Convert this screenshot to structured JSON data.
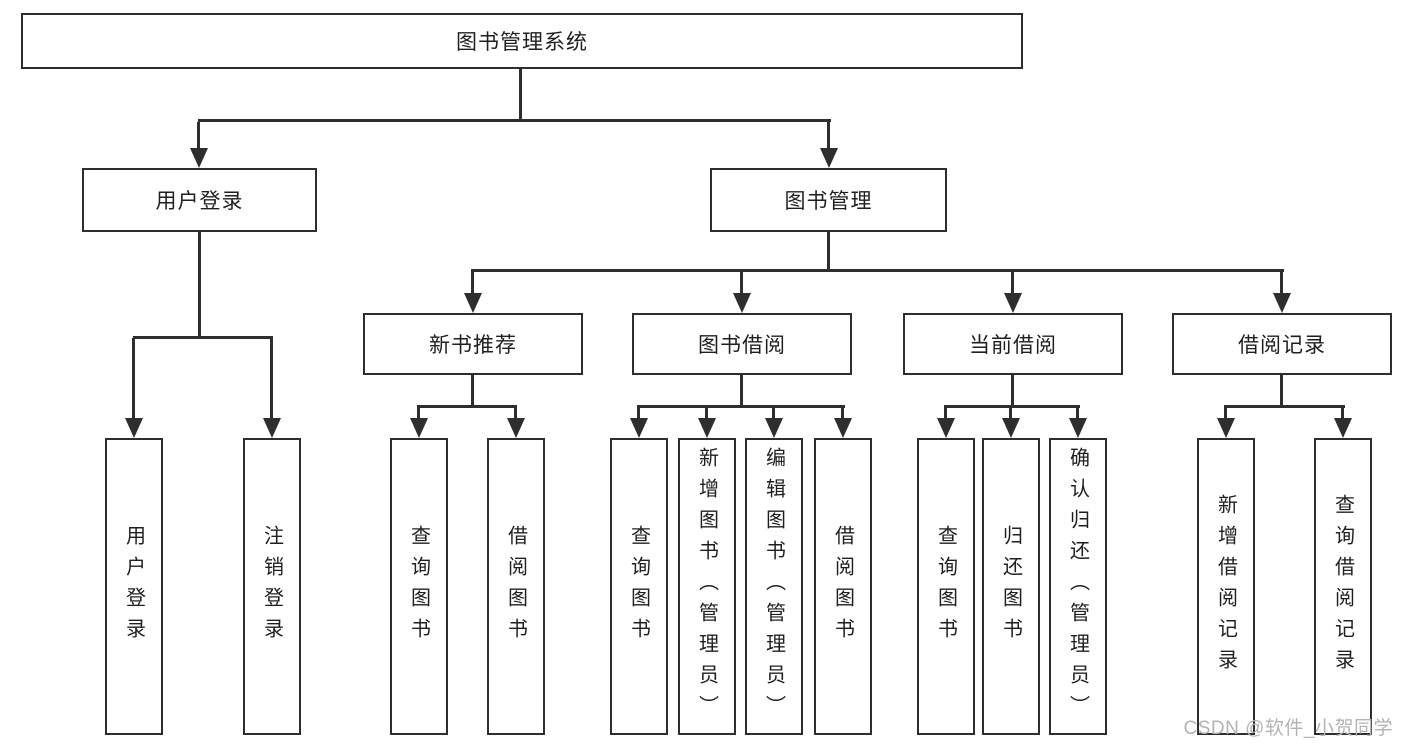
{
  "diagram": {
    "title": "图书管理系统",
    "level2": {
      "user_login": "用户登录",
      "book_mgmt": "图书管理"
    },
    "level3": {
      "new_book_rec": "新书推荐",
      "book_borrow": "图书借阅",
      "current_borrow": "当前借阅",
      "borrow_records": "借阅记录"
    },
    "leaves": {
      "login": "用户登录",
      "logout": "注销登录",
      "nb_query": "查询图书",
      "nb_borrow": "借阅图书",
      "bw_query": "查询图书",
      "bw_add": "新增图书（管理员）",
      "bw_edit": "编辑图书（管理员）",
      "bw_borrow": "借阅图书",
      "cb_query": "查询图书",
      "cb_return": "归还图书",
      "cb_confirm": "确认归还（管理员）",
      "rc_add": "新增借阅记录",
      "rc_query": "查询借阅记录"
    },
    "colors": {
      "line": "#2e2e2e",
      "text": "#1f1f1f",
      "background": "#ffffff",
      "watermark": "#b3b3b3"
    }
  },
  "watermark": "CSDN @软件_小贺同学"
}
